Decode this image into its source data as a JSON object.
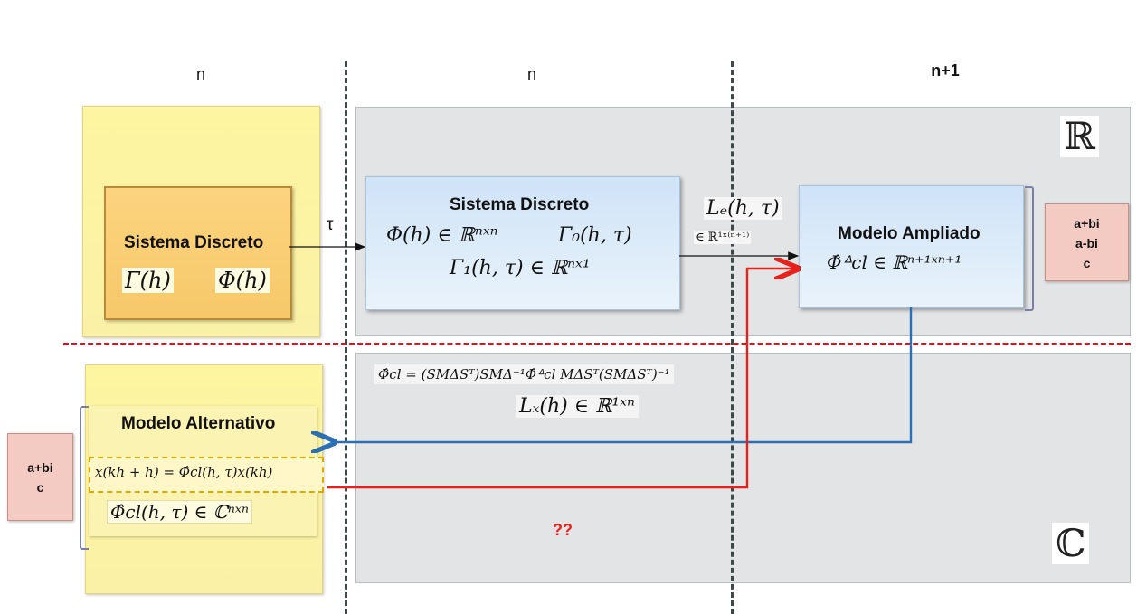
{
  "columns": {
    "left": "n",
    "middle": "n",
    "right": "n+1"
  },
  "tau_label": "τ",
  "left_top": {
    "title": "Sistema Discreto",
    "gamma": "Γ(h)",
    "phi": "Φ(h)"
  },
  "blue_left": {
    "title": "Sistema Discreto",
    "line1a": "Φ(h) ∈ ℝⁿˣⁿ",
    "line1b": "Γ₀(h, τ)",
    "line2": "Γ₁(h, τ) ∈ ℝⁿˣ¹"
  },
  "le_label": "Lₑ(h, τ)",
  "le_dim": "∈ ℝ¹ˣ⁽ⁿ⁺¹⁾",
  "blue_right": {
    "title": "Modelo Ampliado",
    "formula": "Φ̂ᐞcl ∈ ℝⁿ⁺¹ˣⁿ⁺¹"
  },
  "eig_right": {
    "l1": "a+bi",
    "l2": "a-bi",
    "l3": "c"
  },
  "eig_left": {
    "l1": "a+bi",
    "l2": "c"
  },
  "transform_formula": "Φ̂cl = (SMΔSᵀ)SMΔ⁻¹Φ̂ᐞcl MΔSᵀ(SMΔSᵀ)⁻¹",
  "lx_label": "Lₓ(h) ∈ ℝ¹ˣⁿ",
  "alt": {
    "title": "Modelo Alternativo",
    "eq": "x(kh + h) = Φ̂cl(h, τ)x(kh)",
    "dim": "Φ̂cl(h, τ) ∈ ℂⁿˣⁿ"
  },
  "question": "??",
  "set_real": "ℝ",
  "set_complex": "ℂ",
  "colors": {
    "red_arrow": "#e8201a",
    "blue_arrow": "#2d6fb3",
    "divider": "#c0202a"
  }
}
